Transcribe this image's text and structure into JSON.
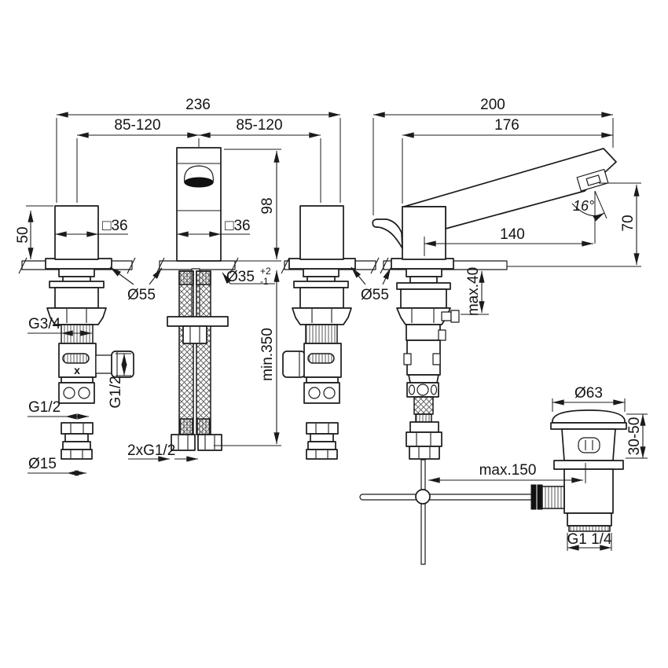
{
  "dims": {
    "span_total": "236",
    "span_left": "85-120",
    "span_right": "85-120",
    "mixer_total": "200",
    "mixer_reach_top": "176",
    "handle_height": "50",
    "handle_square_left": "□36",
    "handle_square_mid": "□36",
    "spout_body_height": "98",
    "flange_left": "Ø55",
    "flange_right": "Ø55",
    "hole_dia": "Ø35",
    "hole_tol_plus": "+2",
    "hole_tol_minus": "-1",
    "hose_min_length": "min.350",
    "thread_g34": "G3/4",
    "valve_mark": "x",
    "outlet_g12": "G1/2",
    "adapter_g12": "G1/2",
    "adapter_o15": "Ø15",
    "hose_thread": "2xG1/2",
    "spout_angle": "16°",
    "spout_reach": "140",
    "spout_height": "70",
    "deck_max": "max.40",
    "rod_max": "max.150",
    "waste_flange": "Ø63",
    "waste_depth_range": "30-50",
    "waste_thread": "G1 1/4"
  }
}
